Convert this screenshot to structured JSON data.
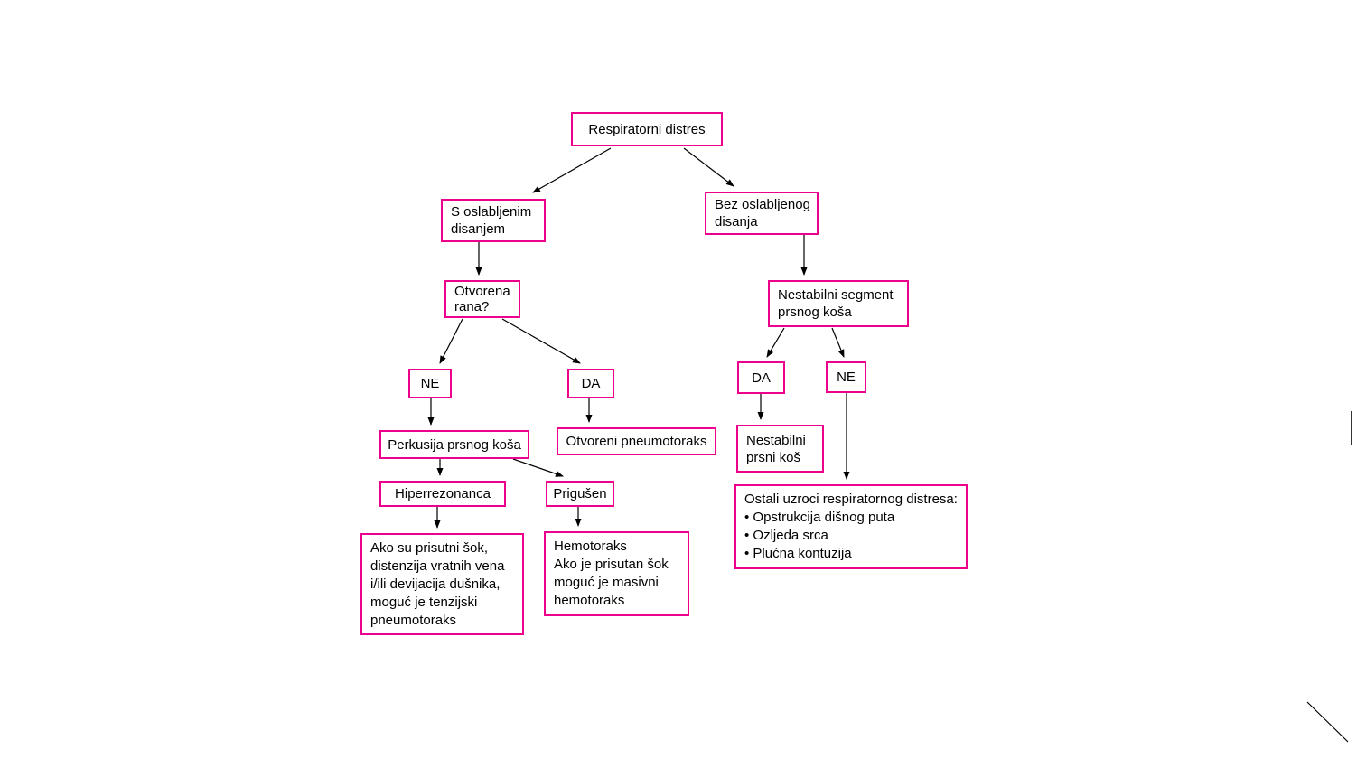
{
  "diagram": {
    "colors": {
      "node_border": "#ec008c",
      "arrow": "#000000",
      "text": "#000000",
      "background": "#ffffff"
    },
    "nodes": {
      "root": {
        "label": "Respiratorni distres"
      },
      "weak_breath": {
        "lines": [
          "S oslabljenim",
          "disanjem"
        ]
      },
      "no_weak_breath": {
        "lines": [
          "Bez oslabljenog",
          "disanja"
        ]
      },
      "open_wound": {
        "lines": [
          "Otvorena",
          "rana?"
        ]
      },
      "ne_left": {
        "label": "NE"
      },
      "da_left": {
        "label": "DA"
      },
      "percussion": {
        "label": "Perkusija prsnog koša"
      },
      "open_pneumothorax": {
        "label": "Otvoreni pneumotoraks"
      },
      "hyperresonance": {
        "label": "Hiperrezonanca"
      },
      "dull": {
        "label": "Prigušen"
      },
      "tension_pneumothorax": {
        "lines": [
          "Ako su prisutni šok,",
          "distenzija vratnih vena",
          "i/ili devijacija dušnika,",
          "moguć je tenzijski",
          "pneumotoraks"
        ]
      },
      "hemothorax": {
        "lines": [
          "Hemotoraks",
          "Ako je prisutan šok",
          "moguć je masivni",
          "hemotoraks"
        ]
      },
      "flail_segment": {
        "lines": [
          "Nestabilni segment",
          "prsnog koša"
        ]
      },
      "da_right": {
        "label": "DA"
      },
      "ne_right": {
        "label": "NE"
      },
      "flail_chest": {
        "lines": [
          "Nestabilni",
          "prsni koš"
        ]
      },
      "other_causes": {
        "lines": [
          "Ostali uzroci respiratornog distresa:",
          "• Opstrukcija dišnog puta",
          "• Ozljeda srca",
          "• Plućna kontuzija"
        ]
      }
    }
  }
}
